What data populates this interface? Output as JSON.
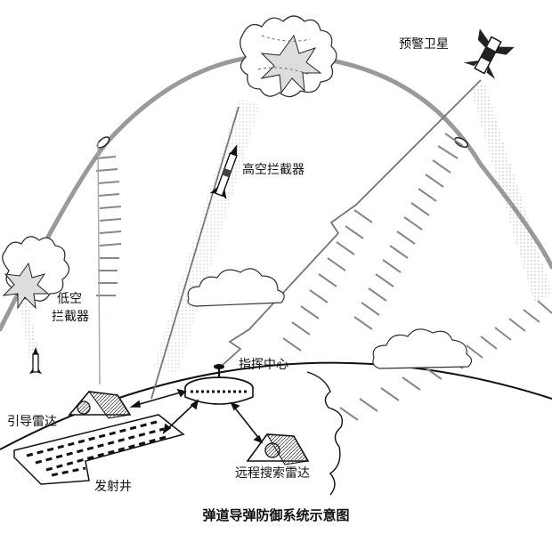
{
  "labels": {
    "early_warning_satellite": "预警卫星",
    "high_altitude_interceptor": "高空拦截器",
    "low_altitude_interceptor_line1": "低空",
    "low_altitude_interceptor_line2": "拦截器",
    "command_center": "指挥中心",
    "guidance_radar": "引导雷达",
    "launch_silo": "发射井",
    "long_range_search_radar": "远程搜索雷达"
  },
  "caption": "弹道导弹防御系统示意图"
}
